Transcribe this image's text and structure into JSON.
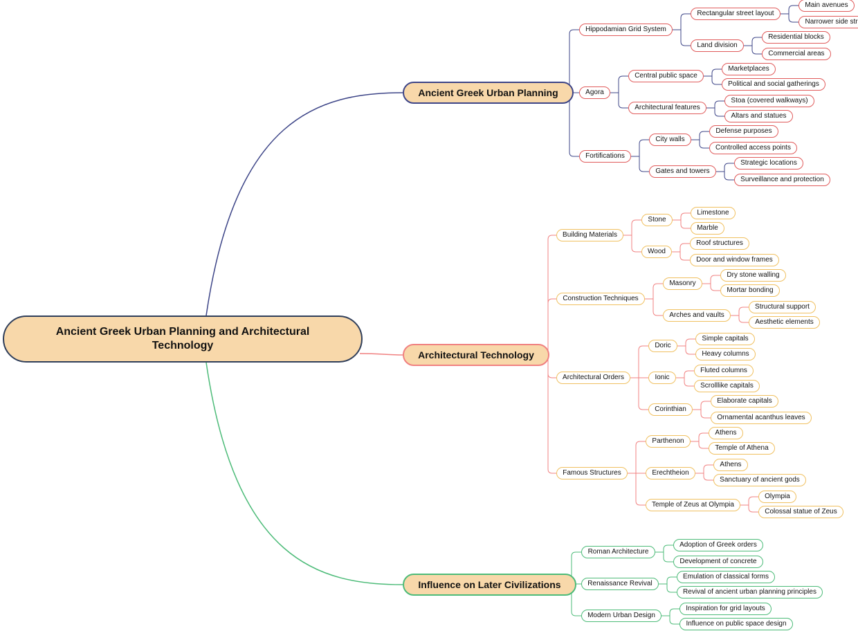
{
  "root": {
    "label": "Ancient Greek Urban Planning and Architectural Technology"
  },
  "colors": {
    "root_border": "#2f3e5a",
    "node_fill": "#f8d8aa",
    "planning": "#3c4487",
    "planning_leaf_border": "#e05a5a",
    "technology": "#f08080",
    "technology_leaf_border": "#f0c060",
    "influence": "#4cbb78",
    "influence_leaf_border": "#4cbb78"
  },
  "branches": [
    {
      "label": "Ancient Greek Urban Planning",
      "children": [
        {
          "label": "Hippodamian Grid System",
          "children": [
            {
              "label": "Rectangular street layout",
              "children": [
                {
                  "label": "Main avenues"
                },
                {
                  "label": "Narrower side streets"
                }
              ]
            },
            {
              "label": "Land division",
              "children": [
                {
                  "label": "Residential blocks"
                },
                {
                  "label": "Commercial areas"
                }
              ]
            }
          ]
        },
        {
          "label": "Agora",
          "children": [
            {
              "label": "Central public space",
              "children": [
                {
                  "label": "Marketplaces"
                },
                {
                  "label": "Political and social gatherings"
                }
              ]
            },
            {
              "label": "Architectural features",
              "children": [
                {
                  "label": "Stoa (covered walkways)"
                },
                {
                  "label": "Altars and statues"
                }
              ]
            }
          ]
        },
        {
          "label": "Fortifications",
          "children": [
            {
              "label": "City walls",
              "children": [
                {
                  "label": "Defense purposes"
                },
                {
                  "label": "Controlled access points"
                }
              ]
            },
            {
              "label": "Gates and towers",
              "children": [
                {
                  "label": "Strategic locations"
                },
                {
                  "label": "Surveillance and protection"
                }
              ]
            }
          ]
        }
      ]
    },
    {
      "label": "Architectural Technology",
      "children": [
        {
          "label": "Building Materials",
          "children": [
            {
              "label": "Stone",
              "children": [
                {
                  "label": "Limestone"
                },
                {
                  "label": "Marble"
                }
              ]
            },
            {
              "label": "Wood",
              "children": [
                {
                  "label": "Roof structures"
                },
                {
                  "label": "Door and window frames"
                }
              ]
            }
          ]
        },
        {
          "label": "Construction Techniques",
          "children": [
            {
              "label": "Masonry",
              "children": [
                {
                  "label": "Dry stone walling"
                },
                {
                  "label": "Mortar bonding"
                }
              ]
            },
            {
              "label": "Arches and vaults",
              "children": [
                {
                  "label": "Structural support"
                },
                {
                  "label": "Aesthetic elements"
                }
              ]
            }
          ]
        },
        {
          "label": "Architectural Orders",
          "children": [
            {
              "label": "Doric",
              "children": [
                {
                  "label": "Simple capitals"
                },
                {
                  "label": "Heavy columns"
                }
              ]
            },
            {
              "label": "Ionic",
              "children": [
                {
                  "label": "Fluted columns"
                },
                {
                  "label": "Scrolllike capitals"
                }
              ]
            },
            {
              "label": "Corinthian",
              "children": [
                {
                  "label": "Elaborate capitals"
                },
                {
                  "label": "Ornamental acanthus leaves"
                }
              ]
            }
          ]
        },
        {
          "label": "Famous Structures",
          "children": [
            {
              "label": "Parthenon",
              "children": [
                {
                  "label": "Athens"
                },
                {
                  "label": "Temple of Athena"
                }
              ]
            },
            {
              "label": "Erechtheion",
              "children": [
                {
                  "label": "Athens"
                },
                {
                  "label": "Sanctuary of ancient gods"
                }
              ]
            },
            {
              "label": "Temple of Zeus at Olympia",
              "children": [
                {
                  "label": "Olympia"
                },
                {
                  "label": "Colossal statue of Zeus"
                }
              ]
            }
          ]
        }
      ]
    },
    {
      "label": "Influence on Later Civilizations",
      "children": [
        {
          "label": "Roman Architecture",
          "children": [
            {
              "label": "Adoption of Greek orders"
            },
            {
              "label": "Development of concrete"
            }
          ]
        },
        {
          "label": "Renaissance Revival",
          "children": [
            {
              "label": "Emulation of classical forms"
            },
            {
              "label": "Revival of ancient urban planning principles"
            }
          ]
        },
        {
          "label": "Modern Urban Design",
          "children": [
            {
              "label": "Inspiration for grid layouts"
            },
            {
              "label": "Influence on public space design"
            }
          ]
        }
      ]
    }
  ]
}
